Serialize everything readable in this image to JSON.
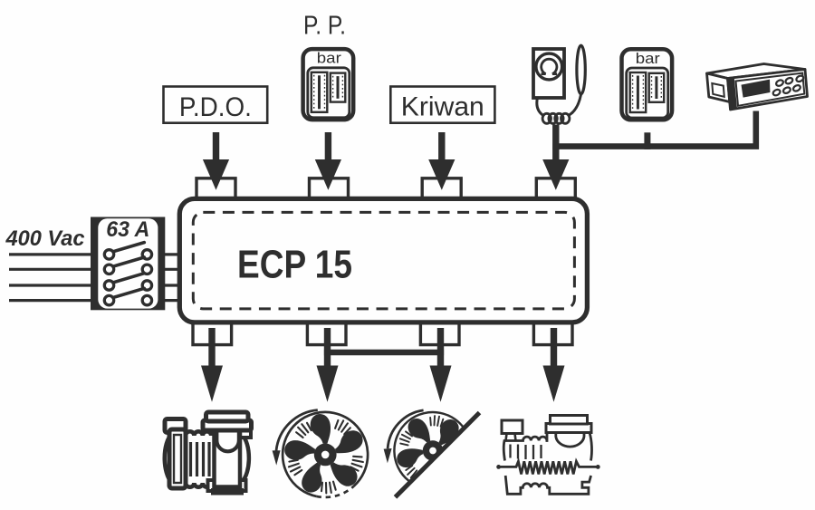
{
  "colors": {
    "ink": "#2e2e2e",
    "background": "#fefefe"
  },
  "diagram": {
    "unit": {
      "label": "ECP 15"
    },
    "power": {
      "supply_label": "400 Vac",
      "switch_label": "63 A",
      "phase_line_count": 4
    },
    "inputs": [
      {
        "id": "pdo",
        "kind": "labeled-box",
        "label": "P.D.O."
      },
      {
        "id": "pp-gauge",
        "kind": "pressure-gauge",
        "label": "P. P.",
        "unit": "bar"
      },
      {
        "id": "kriwan",
        "kind": "labeled-box",
        "label": "Kriwan"
      },
      {
        "id": "thermostat",
        "kind": "thermostat-with-capillary-bulb"
      },
      {
        "id": "gauge-2",
        "kind": "pressure-gauge",
        "unit": "bar"
      },
      {
        "id": "controller",
        "kind": "digital-panel-controller"
      }
    ],
    "outputs": [
      {
        "id": "compressor",
        "kind": "compressor"
      },
      {
        "id": "fan",
        "kind": "axial-fan"
      },
      {
        "id": "inclined-fan",
        "kind": "inclined-axial-fan"
      },
      {
        "id": "crankcase-heater",
        "kind": "compressor-crankcase-heater"
      }
    ]
  }
}
